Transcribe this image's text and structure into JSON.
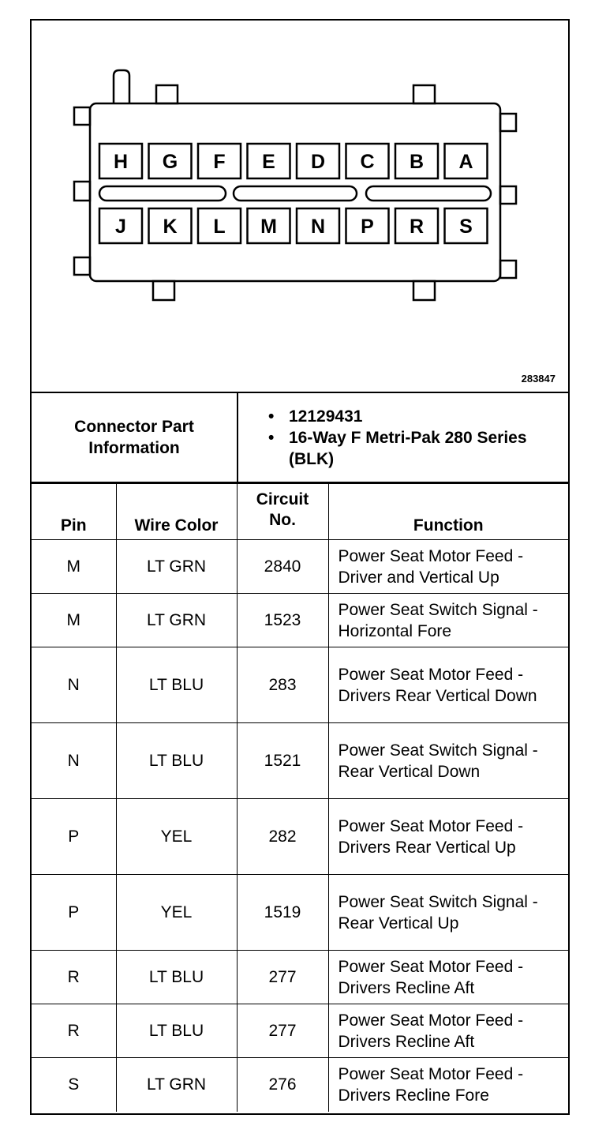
{
  "connector": {
    "pins_top": [
      "H",
      "G",
      "F",
      "E",
      "D",
      "C",
      "B",
      "A"
    ],
    "pins_bottom": [
      "J",
      "K",
      "L",
      "M",
      "N",
      "P",
      "R",
      "S"
    ]
  },
  "figure_id": "283847",
  "info": {
    "label": "Connector Part\nInformation",
    "items": [
      "12129431",
      "16-Way F Metri-Pak 280 Series (BLK)"
    ]
  },
  "table": {
    "headers": [
      "Pin",
      "Wire Color",
      "Circuit No.",
      "Function"
    ],
    "rows": [
      {
        "pin": "M",
        "color": "LT GRN",
        "circuit": "2840",
        "function": "Power Seat Motor Feed - Driver and Vertical Up"
      },
      {
        "pin": "M",
        "color": "LT GRN",
        "circuit": "1523",
        "function": "Power Seat Switch Signal - Horizontal Fore"
      },
      {
        "pin": "N",
        "color": "LT BLU",
        "circuit": "283",
        "function": "Power Seat Motor Feed - Drivers Rear Vertical Down"
      },
      {
        "pin": "N",
        "color": "LT BLU",
        "circuit": "1521",
        "function": "Power Seat Switch Signal - Rear Vertical Down"
      },
      {
        "pin": "P",
        "color": "YEL",
        "circuit": "282",
        "function": "Power Seat Motor Feed - Drivers Rear Vertical Up"
      },
      {
        "pin": "P",
        "color": "YEL",
        "circuit": "1519",
        "function": "Power Seat Switch Signal - Rear Vertical Up"
      },
      {
        "pin": "R",
        "color": "LT BLU",
        "circuit": "277",
        "function": "Power Seat Motor Feed - Drivers Recline Aft"
      },
      {
        "pin": "R",
        "color": "LT BLU",
        "circuit": "277",
        "function": "Power Seat Motor Feed - Drivers Recline Aft"
      },
      {
        "pin": "S",
        "color": "LT GRN",
        "circuit": "276",
        "function": "Power Seat Motor Feed - Drivers Recline Fore"
      }
    ]
  }
}
